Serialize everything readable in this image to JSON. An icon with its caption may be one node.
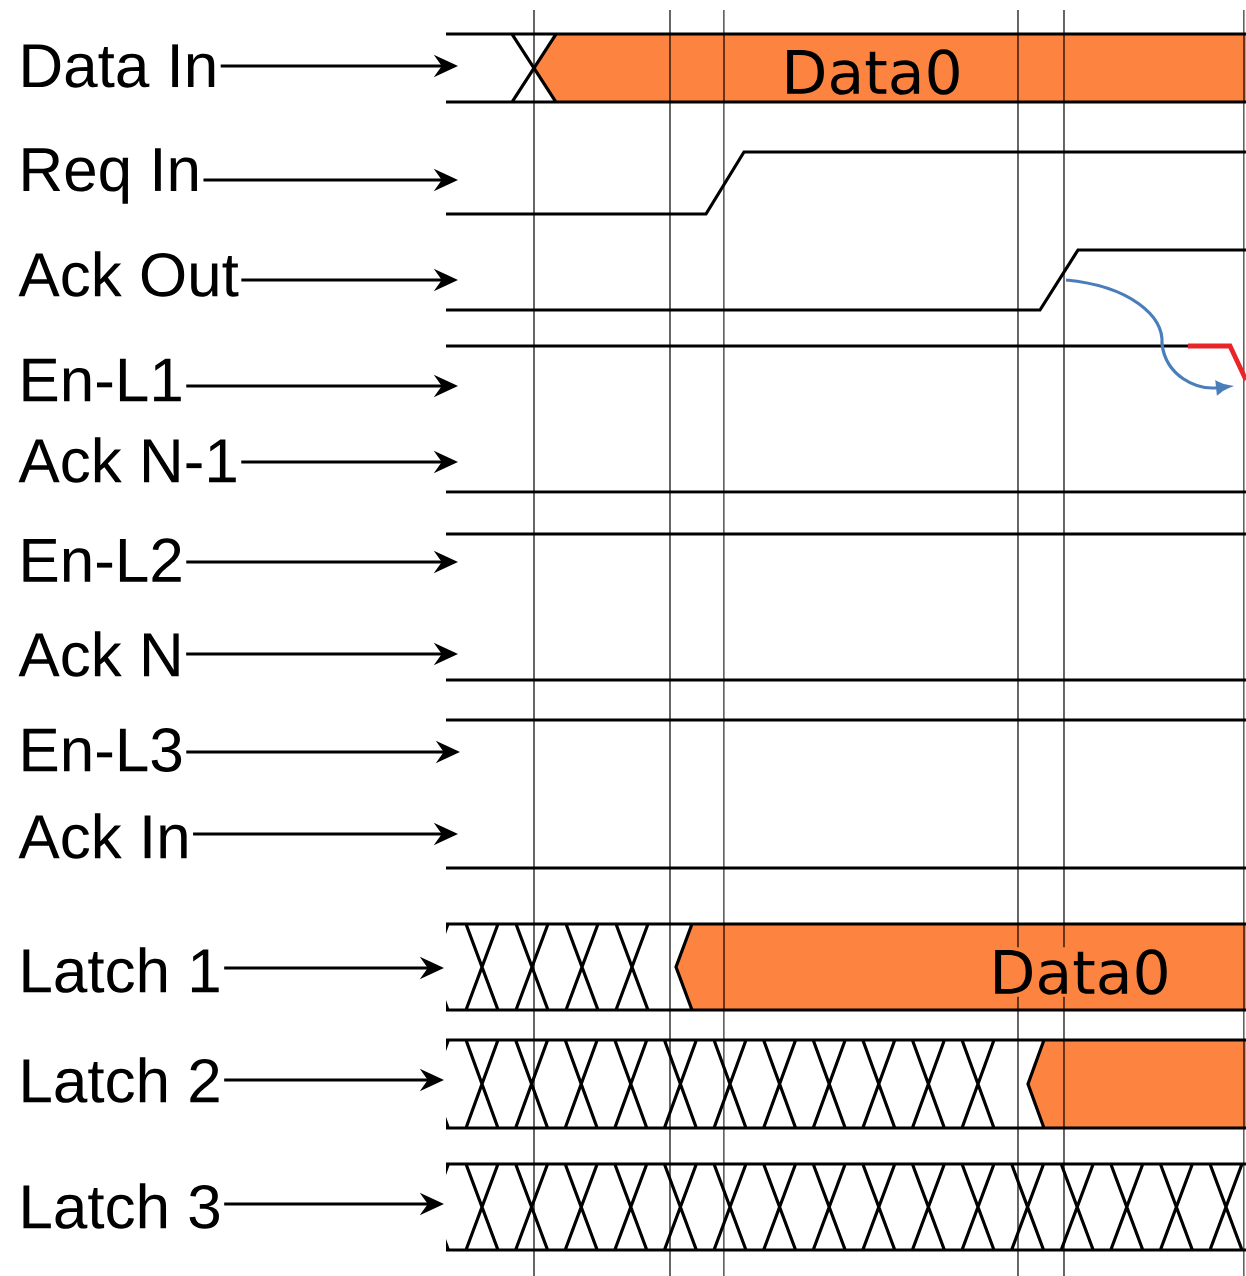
{
  "diagram": {
    "nodes": [
      {
        "text": [
          "Data In"
        ]
      },
      {
        "text": [
          "Req In"
        ]
      },
      {
        "text": [
          "Ack Out"
        ]
      },
      {
        "text": [
          "En-L1"
        ]
      },
      {
        "text": [
          "Ack N-1"
        ]
      },
      {
        "text": [
          "En-L2"
        ]
      },
      {
        "text": [
          "Ack N"
        ]
      },
      {
        "text": [
          "En-L3"
        ]
      },
      {
        "text": [
          "Ack In"
        ]
      },
      {
        "text": [
          "Latch 1"
        ]
      },
      {
        "text": [
          "Latch 2"
        ]
      },
      {
        "text": [
          "Latch 3"
        ]
      }
    ],
    "edges": [
      {
        "from": 0,
        "to": null,
        "arrow": "to"
      },
      {
        "from": 1,
        "to": null,
        "arrow": "to"
      },
      {
        "from": 2,
        "to": null,
        "arrow": "to"
      },
      {
        "from": 3,
        "to": null,
        "arrow": "to"
      },
      {
        "from": 4,
        "to": null,
        "arrow": "to"
      },
      {
        "from": 5,
        "to": null,
        "arrow": "to"
      },
      {
        "from": 6,
        "to": null,
        "arrow": "to"
      },
      {
        "from": 7,
        "to": null,
        "arrow": "to"
      },
      {
        "from": 8,
        "to": null,
        "arrow": "to"
      },
      {
        "from": 9,
        "to": null,
        "arrow": "to"
      },
      {
        "from": 10,
        "to": null,
        "arrow": "to"
      },
      {
        "from": 11,
        "to": null,
        "arrow": "to"
      }
    ],
    "labels": [
      "Data0",
      "Data0"
    ]
  }
}
